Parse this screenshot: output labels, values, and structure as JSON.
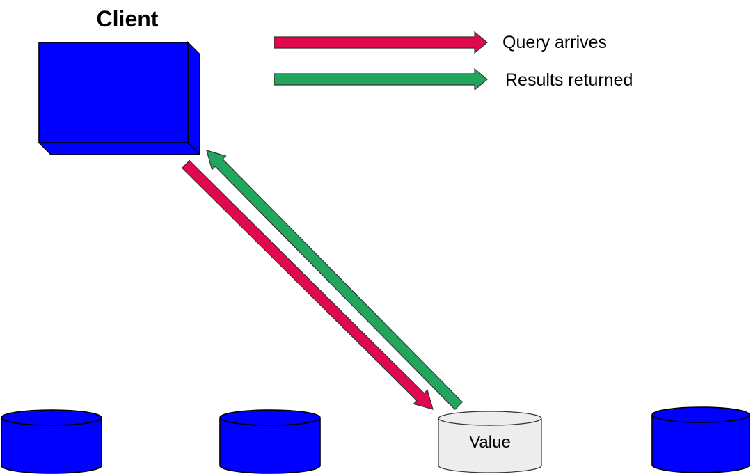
{
  "client": {
    "label": "Client"
  },
  "legend": {
    "query_label": "Query arrives",
    "results_label": "Results returned"
  },
  "value_store": {
    "label": "Value"
  },
  "arrows": [
    {
      "name": "query-arrow",
      "meaning": "Query arrives",
      "from": "client",
      "to": "value-store"
    },
    {
      "name": "results-arrow",
      "meaning": "Results returned",
      "from": "value-store",
      "to": "client"
    }
  ],
  "colors": {
    "client_blue": "#0000FF",
    "store_blue": "#0000FF",
    "store_gray": "#EDEDED",
    "query_red": "#E1094D",
    "results_green": "#21A55F",
    "outline_dark": "#333333",
    "text_black": "#000000"
  }
}
